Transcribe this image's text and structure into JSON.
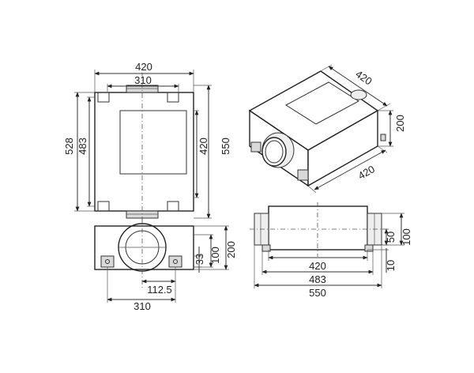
{
  "top_view": {
    "width_outer": "420",
    "width_inner": "310",
    "depth_overall": "528",
    "depth_mounting": "483",
    "panel_depth": "420",
    "length_overall": "550"
  },
  "front_view": {
    "offset_33": "33",
    "duct_100": "100",
    "height_200": "200",
    "offset_112": "112.5",
    "mount_310": "310"
  },
  "iso_view": {
    "width_420": "420",
    "height_200": "200",
    "depth_420": "420"
  },
  "side_view": {
    "duct_50": "50",
    "duct_100": "100",
    "base_10": "10",
    "body_420": "420",
    "mount_483": "483",
    "overall_550": "550"
  },
  "colors": {
    "line": "#222222",
    "fill_grey": "#d9d9d9"
  }
}
